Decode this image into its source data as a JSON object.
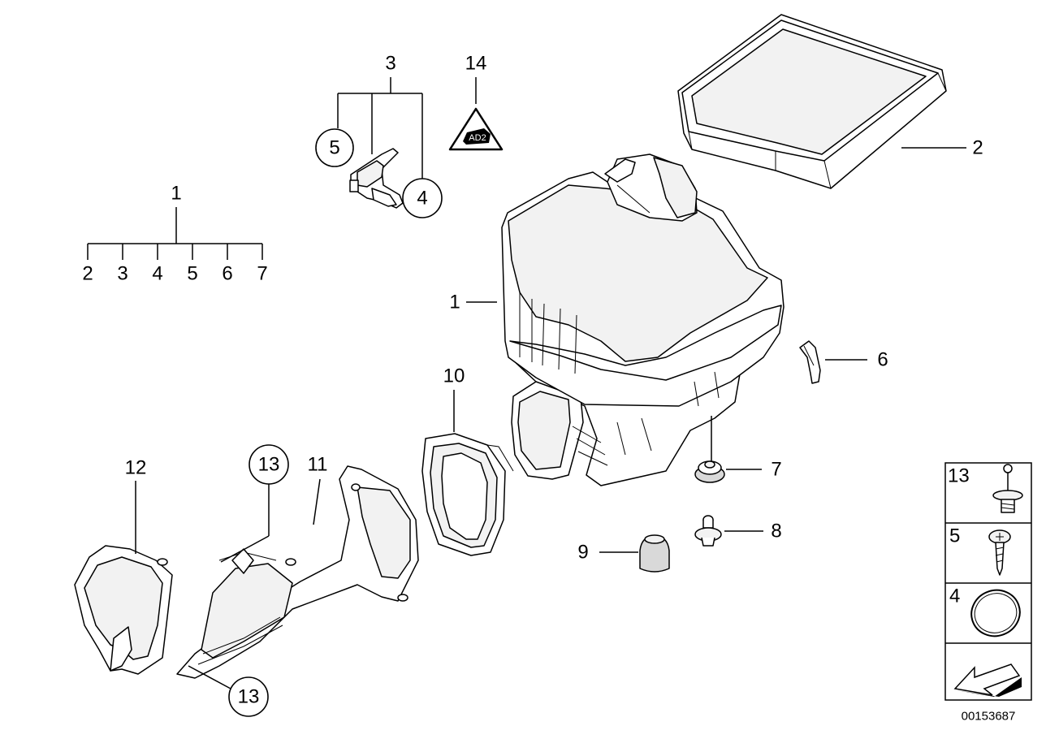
{
  "diagram_id": "00153687",
  "tree_1": {
    "root": "1",
    "children": [
      "2",
      "3",
      "4",
      "5",
      "6",
      "7"
    ]
  },
  "tree_3": {
    "root": "3"
  },
  "callouts": {
    "c1": "1",
    "c2": "2",
    "c3": "3",
    "c4": "4",
    "c5": "5",
    "c6": "6",
    "c7": "7",
    "c8": "8",
    "c9": "9",
    "c10": "10",
    "c11": "11",
    "c12": "12",
    "c13a": "13",
    "c13b": "13",
    "c14": "14"
  },
  "legend": {
    "items": [
      "13",
      "5",
      "4"
    ]
  },
  "warning_symbol_text": "AD2"
}
